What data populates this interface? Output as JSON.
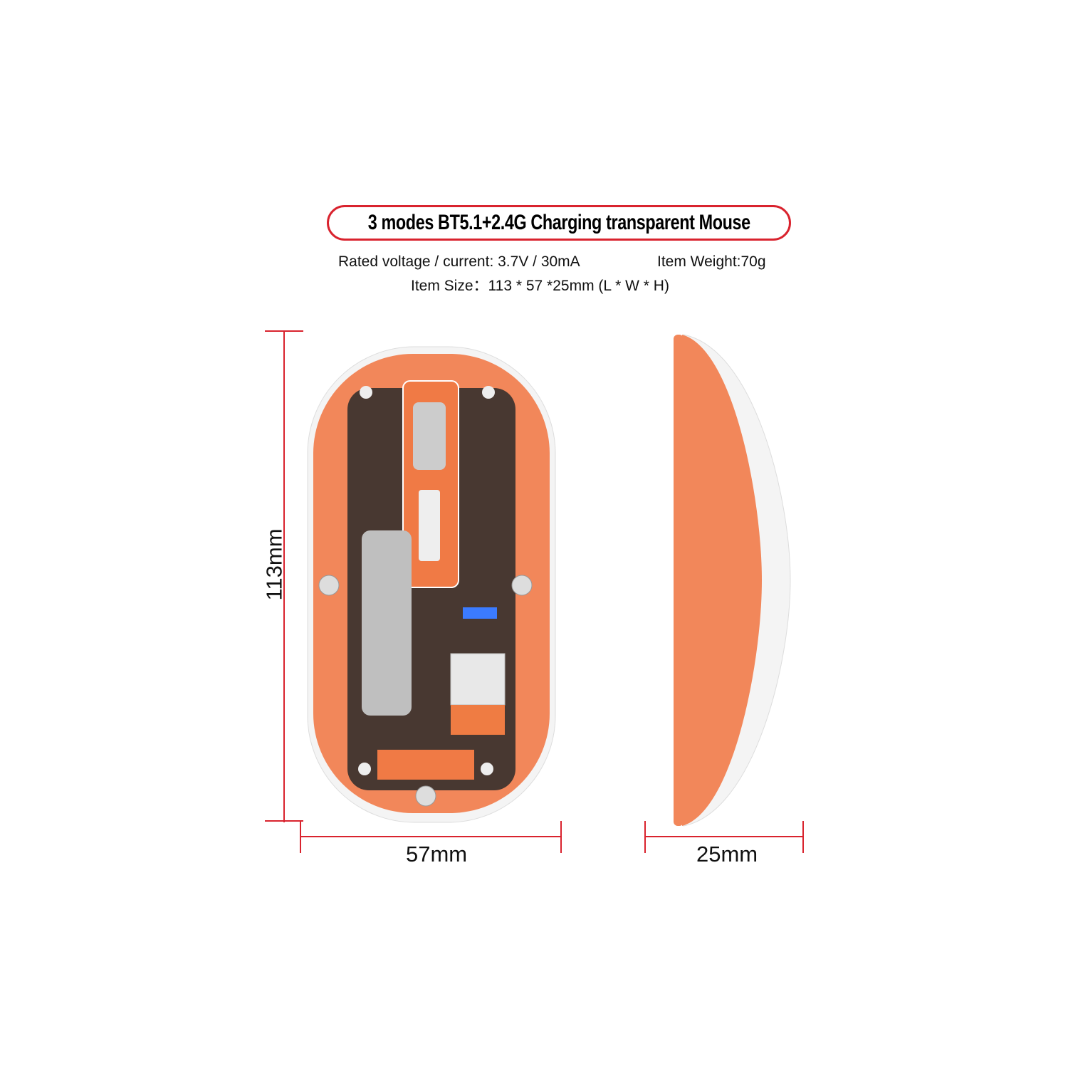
{
  "title": "3 modes BT5.1+2.4G Charging transparent Mouse",
  "specs": {
    "rated": "Rated voltage / current: 3.7V / 30mA",
    "weight": "Item Weight:70g",
    "size": "Item Size：113 * 57 *25mm (L * W * H)"
  },
  "dimensions": {
    "length": "113mm",
    "width": "57mm",
    "height": "25mm"
  },
  "colors": {
    "accent": "#d9232e",
    "mouse": "#f2875a"
  }
}
